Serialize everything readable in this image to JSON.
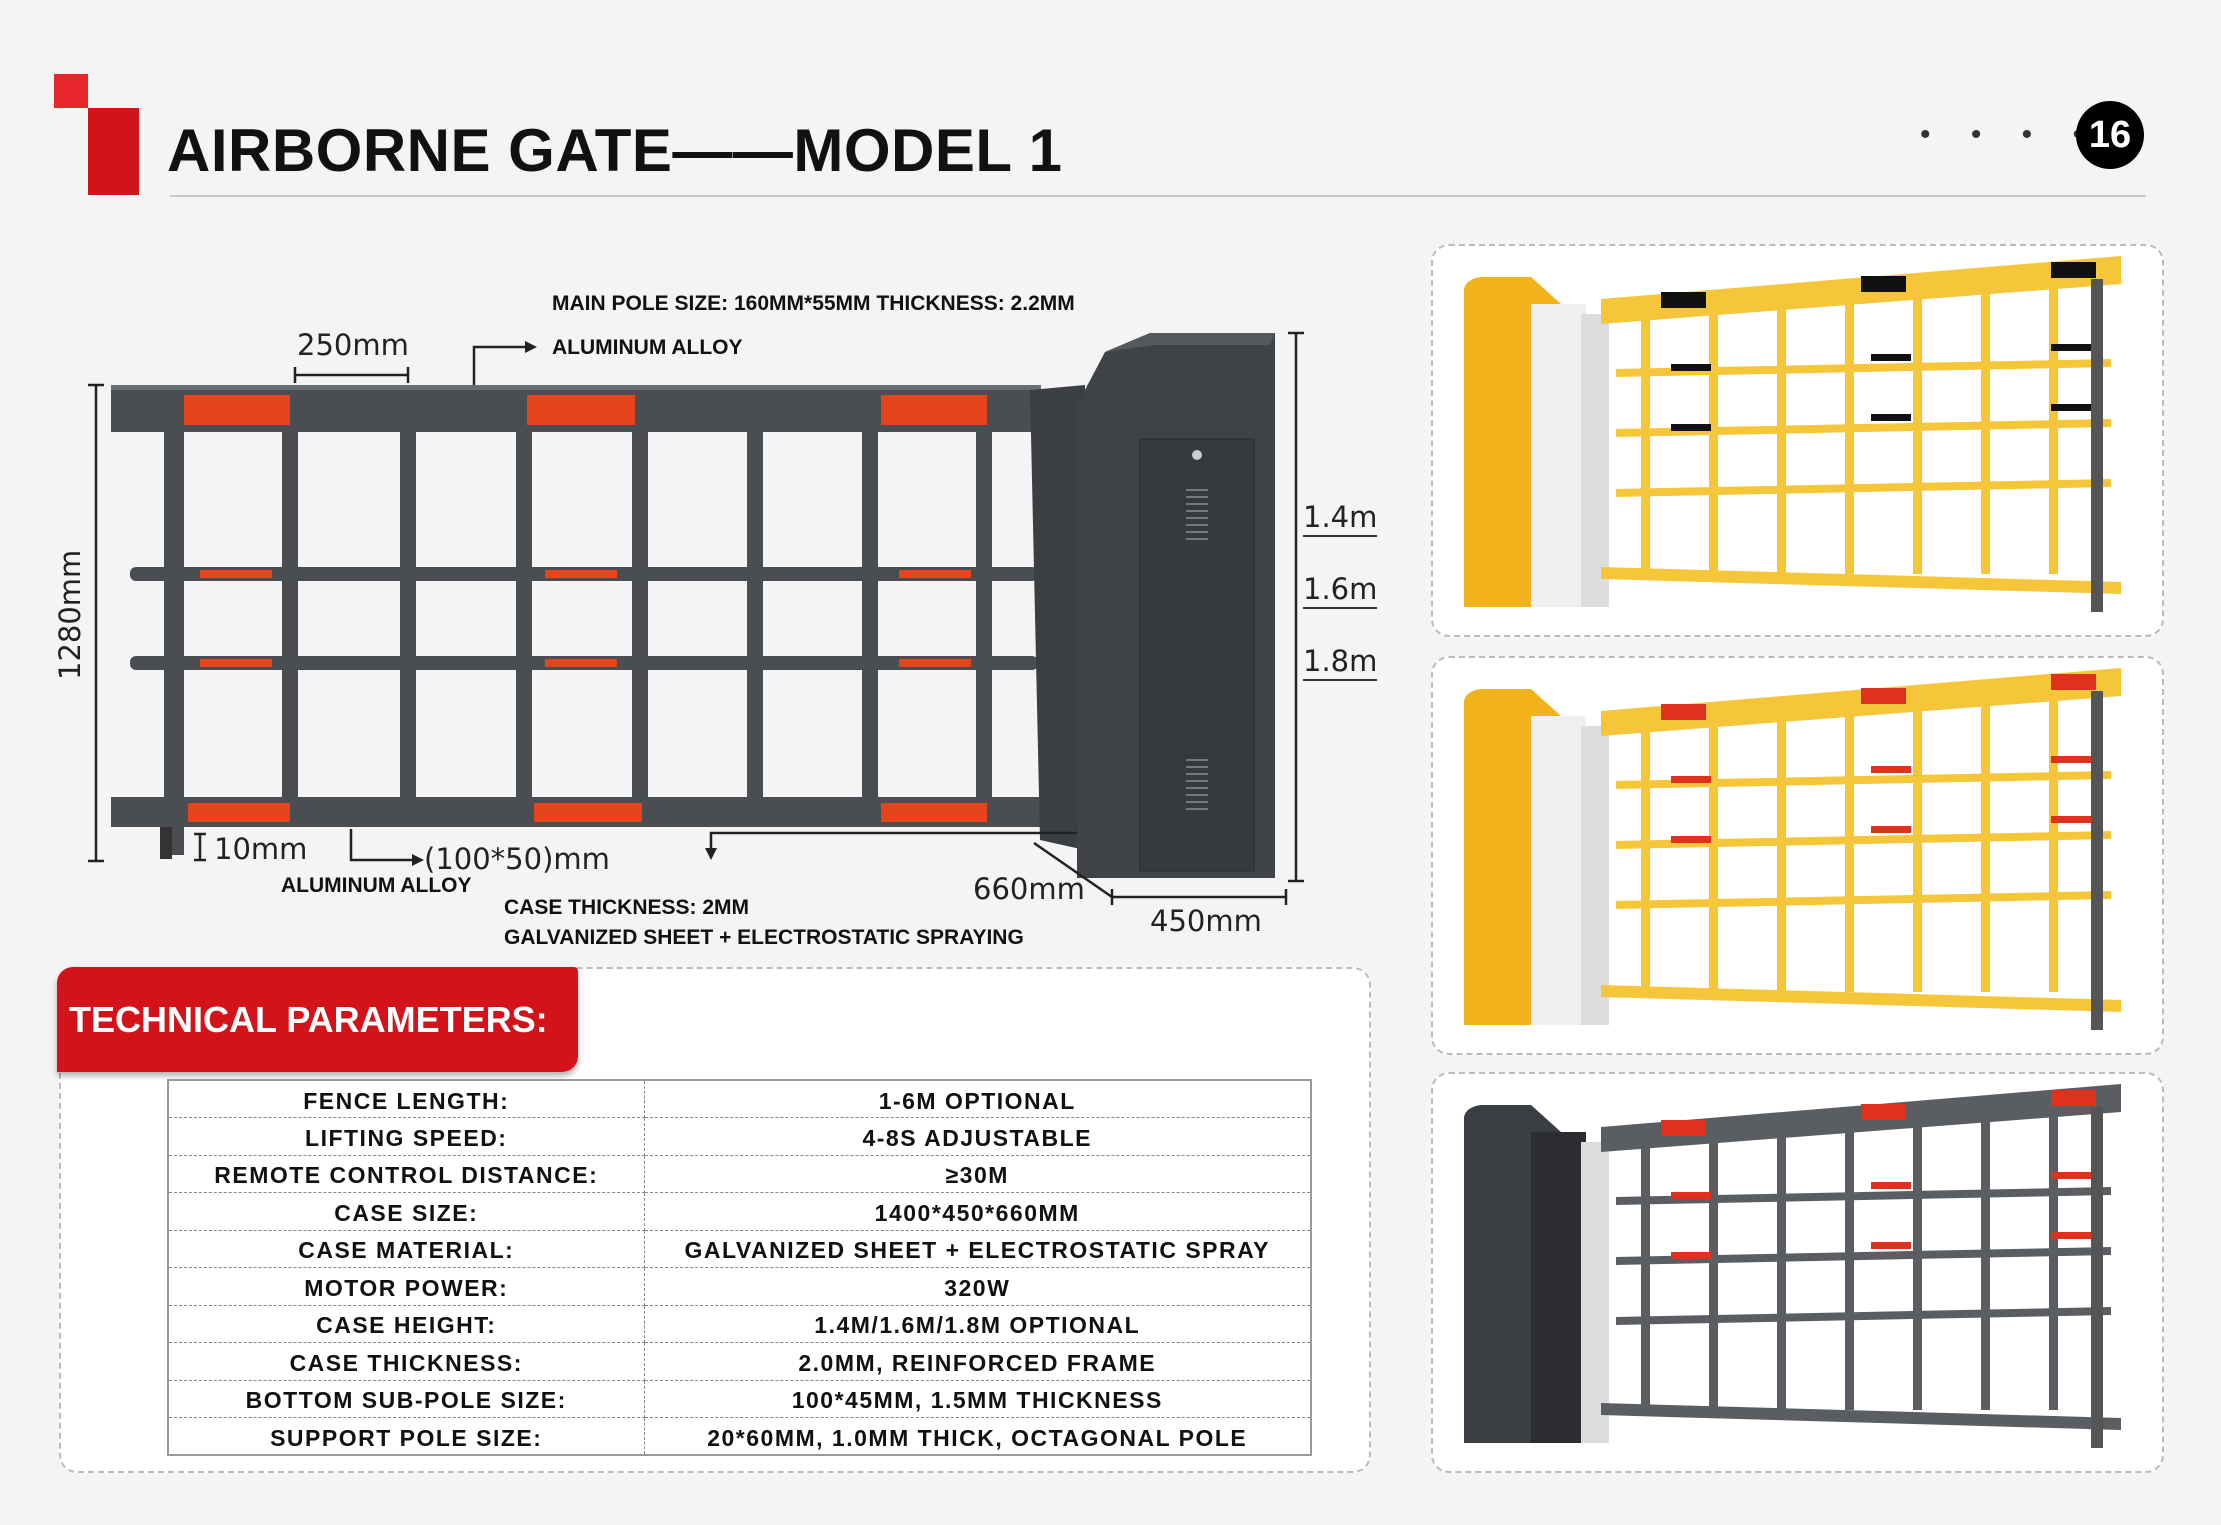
{
  "header": {
    "title": "AIRBORNE GATE——MODEL 1",
    "page_number": "16",
    "dots": "• • • •",
    "brand_color": "#d2141a"
  },
  "diagram": {
    "main_pole": "MAIN POLE SIZE: 160MM*55MM THICKNESS: 2.2MM",
    "top_material": "ALUMINUM ALLOY",
    "spacing": "250mm",
    "height": "1280mm",
    "case_heights": [
      "1.4m",
      "1.6m",
      "1.8m"
    ],
    "foot": "10mm",
    "bottom_pole": "(100*50)mm",
    "bottom_material": "ALUMINUM ALLOY",
    "case_thickness": "CASE THICKNESS: 2MM",
    "case_finish": "GALVANIZED SHEET + ELECTROSTATIC SPRAYING",
    "case_depth": "660mm",
    "case_width": "450mm"
  },
  "params": {
    "heading": "TECHNICAL PARAMETERS:",
    "rows": [
      {
        "key": "FENCE LENGTH:",
        "value": "1-6M OPTIONAL"
      },
      {
        "key": "LIFTING SPEED:",
        "value": "4-8S ADJUSTABLE"
      },
      {
        "key": "REMOTE CONTROL DISTANCE:",
        "value": "≥30M"
      },
      {
        "key": "CASE SIZE:",
        "value": "1400*450*660MM"
      },
      {
        "key": "CASE MATERIAL:",
        "value": "GALVANIZED SHEET + ELECTROSTATIC SPRAY"
      },
      {
        "key": "MOTOR POWER:",
        "value": "320W"
      },
      {
        "key": "CASE HEIGHT:",
        "value": "1.4M/1.6M/1.8M OPTIONAL"
      },
      {
        "key": "CASE THICKNESS:",
        "value": "2.0MM, REINFORCED FRAME"
      },
      {
        "key": "BOTTOM SUB-POLE SIZE:",
        "value": "100*45MM, 1.5MM THICKNESS"
      },
      {
        "key": "SUPPORT POLE SIZE:",
        "value": "20*60MM, 1.0MM THICK, OCTAGONAL POLE"
      }
    ]
  },
  "variants": [
    {
      "case": "#f2b21c",
      "frame": "#f6c63a",
      "accent": "#111111"
    },
    {
      "case": "#f2b21c",
      "frame": "#f6c63a",
      "accent": "#e0301e"
    },
    {
      "case": "#3a3d42",
      "frame": "#5a5d62",
      "accent": "#e0301e"
    }
  ]
}
